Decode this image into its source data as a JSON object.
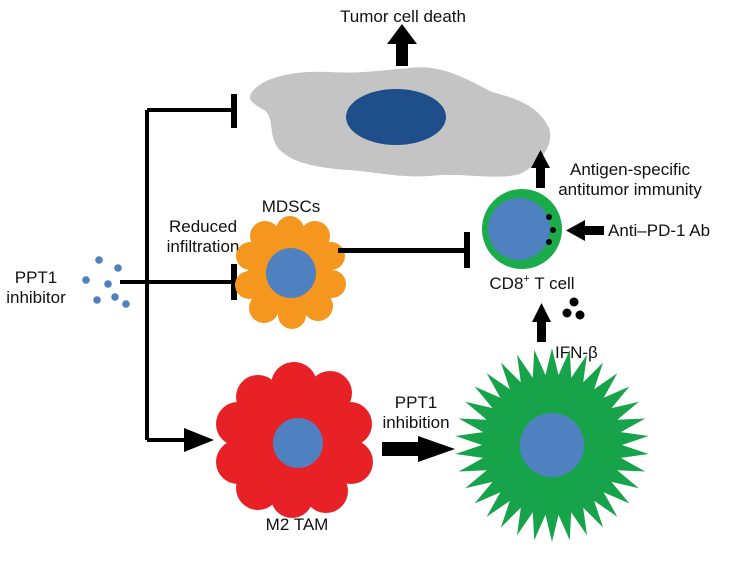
{
  "labels": {
    "tumor_death": "Tumor cell death",
    "mdscs": "MDSCs",
    "reduced_line1": "Reduced",
    "reduced_line2": "infiltration",
    "ppt1_inhibitor_line1": "PPT1",
    "ppt1_inhibitor_line2": "inhibitor",
    "antigen_line1": "Antigen-specific",
    "antigen_line2": "antitumor immunity",
    "anti_pd1": "Anti–PD-1 Ab",
    "cd8_prefix": "CD8",
    "cd8_sup": "+",
    "cd8_suffix": " T cell",
    "ifn": "IFN-β",
    "ppt1_inhibition_line1": "PPT1",
    "ppt1_inhibition_line2": "inhibition",
    "m2_tam": "M2 TAM"
  },
  "colors": {
    "tumor_cell": "#c4c4c4",
    "tumor_nucleus": "#1e4f8a",
    "nucleus": "#4f80c0",
    "mdsc": "#f5961e",
    "tam": "#e82127",
    "activated_cell": "#17a34a",
    "tcell_ring": "#1aab4b",
    "inhibitor_dots": "#4f80c0",
    "lines": "#000000"
  }
}
